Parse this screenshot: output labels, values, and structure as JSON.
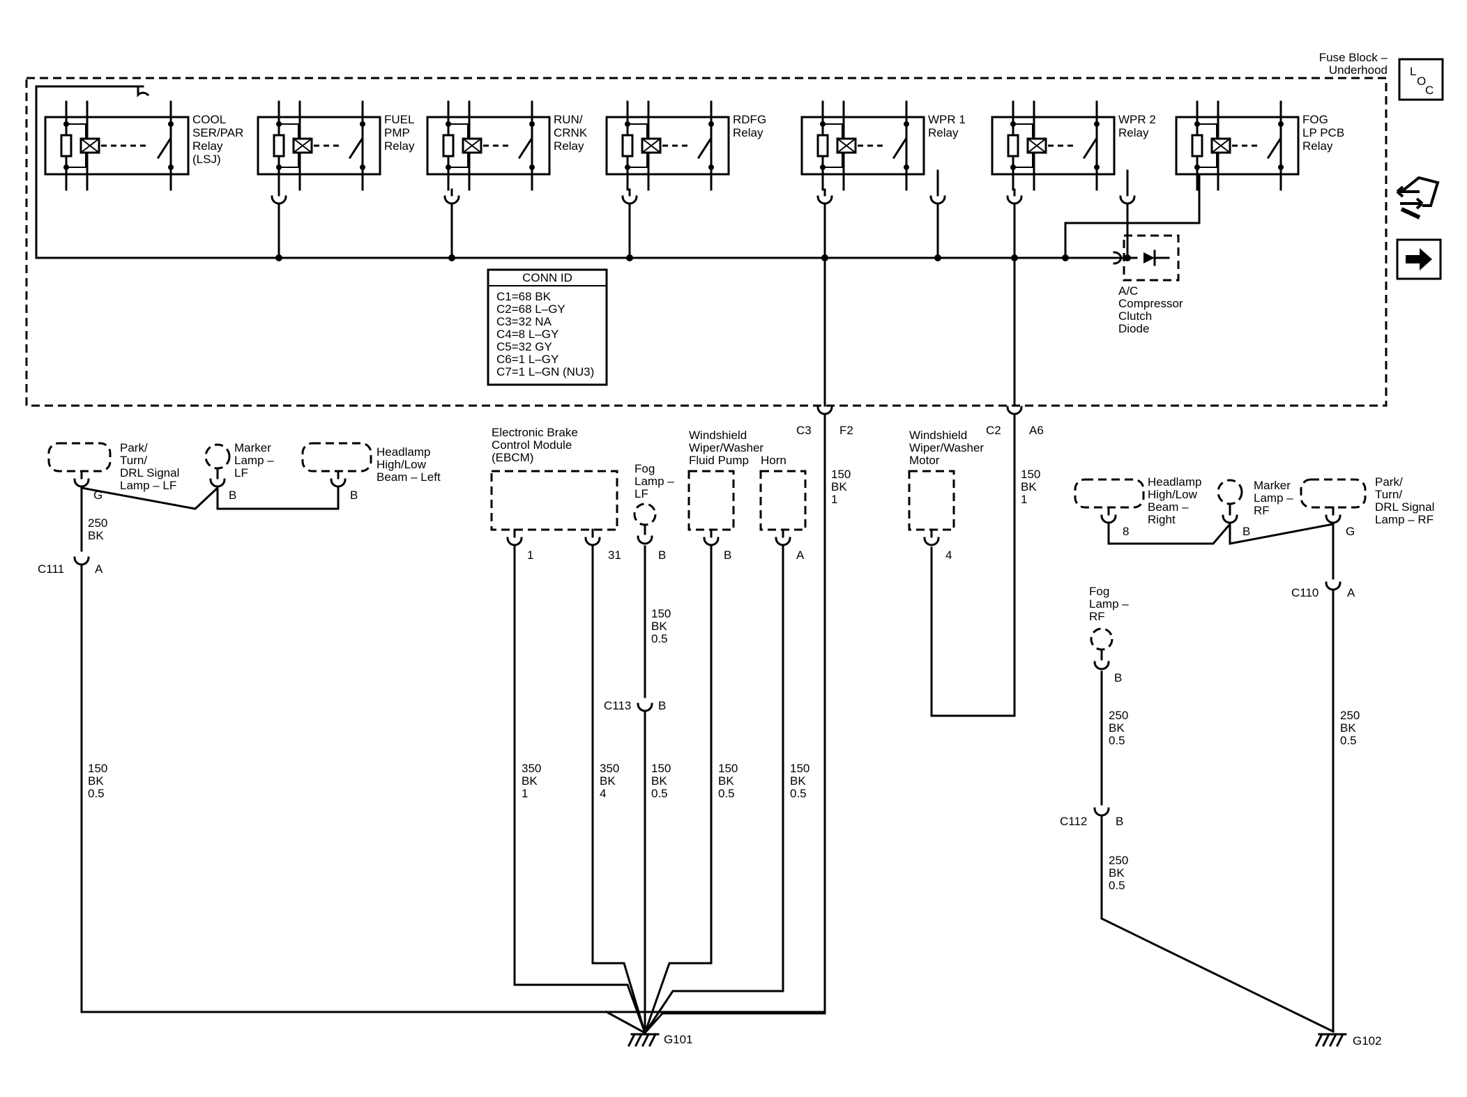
{
  "fuse_block": {
    "title_line1": "Fuse Block –",
    "title_line2": "Underhood"
  },
  "nav_icons": [
    {
      "name": "loc-icon",
      "text": "LOC"
    },
    {
      "name": "connector-end-view-icon"
    },
    {
      "name": "next-page-arrow-icon"
    }
  ],
  "relays": [
    {
      "id": "cool",
      "lines": [
        "COOL",
        "SER/PAR",
        "Relay",
        "(LSJ)"
      ]
    },
    {
      "id": "fuel",
      "lines": [
        "FUEL",
        "PMP",
        "Relay"
      ]
    },
    {
      "id": "run",
      "lines": [
        "RUN/",
        "CRNK",
        "Relay"
      ]
    },
    {
      "id": "rdfg",
      "lines": [
        "RDFG",
        "Relay"
      ]
    },
    {
      "id": "wpr1",
      "lines": [
        "WPR 1",
        "Relay"
      ]
    },
    {
      "id": "wpr2",
      "lines": [
        "WPR 2",
        "Relay"
      ]
    },
    {
      "id": "fog",
      "lines": [
        "FOG",
        "LP PCB",
        "Relay"
      ]
    }
  ],
  "conn_id": {
    "title": "CONN ID",
    "rows": [
      "C1=68 BK",
      "C2=68 L–GY",
      "C3=32 NA",
      "C4=8 L–GY",
      "C5=32 GY",
      "C6=1 L–GY",
      "C7=1 L–GN (NU3)"
    ]
  },
  "diode": {
    "lines": [
      "A/C",
      "Compressor",
      "Clutch",
      "Diode"
    ]
  },
  "connectors": {
    "c3": "C3",
    "f2": "F2",
    "c2": "C2",
    "a6": "A6",
    "c111": "C111",
    "c111_pin": "A",
    "c113": "C113",
    "c113_pin": "B",
    "c110": "C110",
    "c110_pin": "A",
    "c112": "C112",
    "c112_pin": "B"
  },
  "wires": {
    "w_f2": [
      "150",
      "BK",
      "1"
    ],
    "w_a6": [
      "150",
      "BK",
      "1"
    ],
    "w_lf_top": [
      "250",
      "BK"
    ],
    "w_lf_long": [
      "150",
      "BK",
      "0.5"
    ],
    "w_fog_lf": [
      "150",
      "BK",
      "0.5"
    ],
    "w_ebcm1": [
      "350",
      "BK",
      "1"
    ],
    "w_ebcm31": [
      "350",
      "BK",
      "4"
    ],
    "w_fog_lf_low": [
      "150",
      "BK",
      "0.5"
    ],
    "w_pump": [
      "150",
      "BK",
      "0.5"
    ],
    "w_horn": [
      "150",
      "BK",
      "0.5"
    ],
    "w_rf_fog_top": [
      "250",
      "BK",
      "0.5"
    ],
    "w_rf_fog_low": [
      "250",
      "BK",
      "0.5"
    ],
    "w_rf_right": [
      "250",
      "BK",
      "0.5"
    ]
  },
  "components": {
    "park_lf": [
      "Park/",
      "Turn/",
      "DRL Signal",
      "Lamp – LF"
    ],
    "park_lf_pin": "G",
    "marker_lf": [
      "Marker",
      "Lamp –",
      "LF"
    ],
    "marker_lf_pin": "B",
    "headlamp_lf": [
      "Headlamp",
      "High/Low",
      "Beam – Left"
    ],
    "headlamp_lf_pin": "B",
    "ebcm": [
      "Electronic Brake",
      "Control Module",
      "(EBCM)"
    ],
    "ebcm_pin1": "1",
    "ebcm_pin31": "31",
    "fog_lf": [
      "Fog",
      "Lamp –",
      "LF"
    ],
    "fog_lf_pin": "B",
    "washer_pump": [
      "Windshield",
      "Wiper/Washer",
      "Fluid Pump"
    ],
    "washer_pump_pin": "B",
    "horn": [
      "Horn"
    ],
    "horn_pin": "A",
    "wiper_motor": [
      "Windshield",
      "Wiper/Washer",
      "Motor"
    ],
    "wiper_motor_pin": "4",
    "headlamp_rf": [
      "Headlamp",
      "High/Low",
      "Beam –",
      "Right"
    ],
    "headlamp_rf_pin": "8",
    "marker_rf": [
      "Marker",
      "Lamp –",
      "RF"
    ],
    "marker_rf_pin": "B",
    "park_rf": [
      "Park/",
      "Turn/",
      "DRL Signal",
      "Lamp – RF"
    ],
    "park_rf_pin": "G",
    "fog_rf": [
      "Fog",
      "Lamp –",
      "RF"
    ],
    "fog_rf_pin": "B"
  },
  "grounds": {
    "g101": "G101",
    "g102": "G102"
  }
}
